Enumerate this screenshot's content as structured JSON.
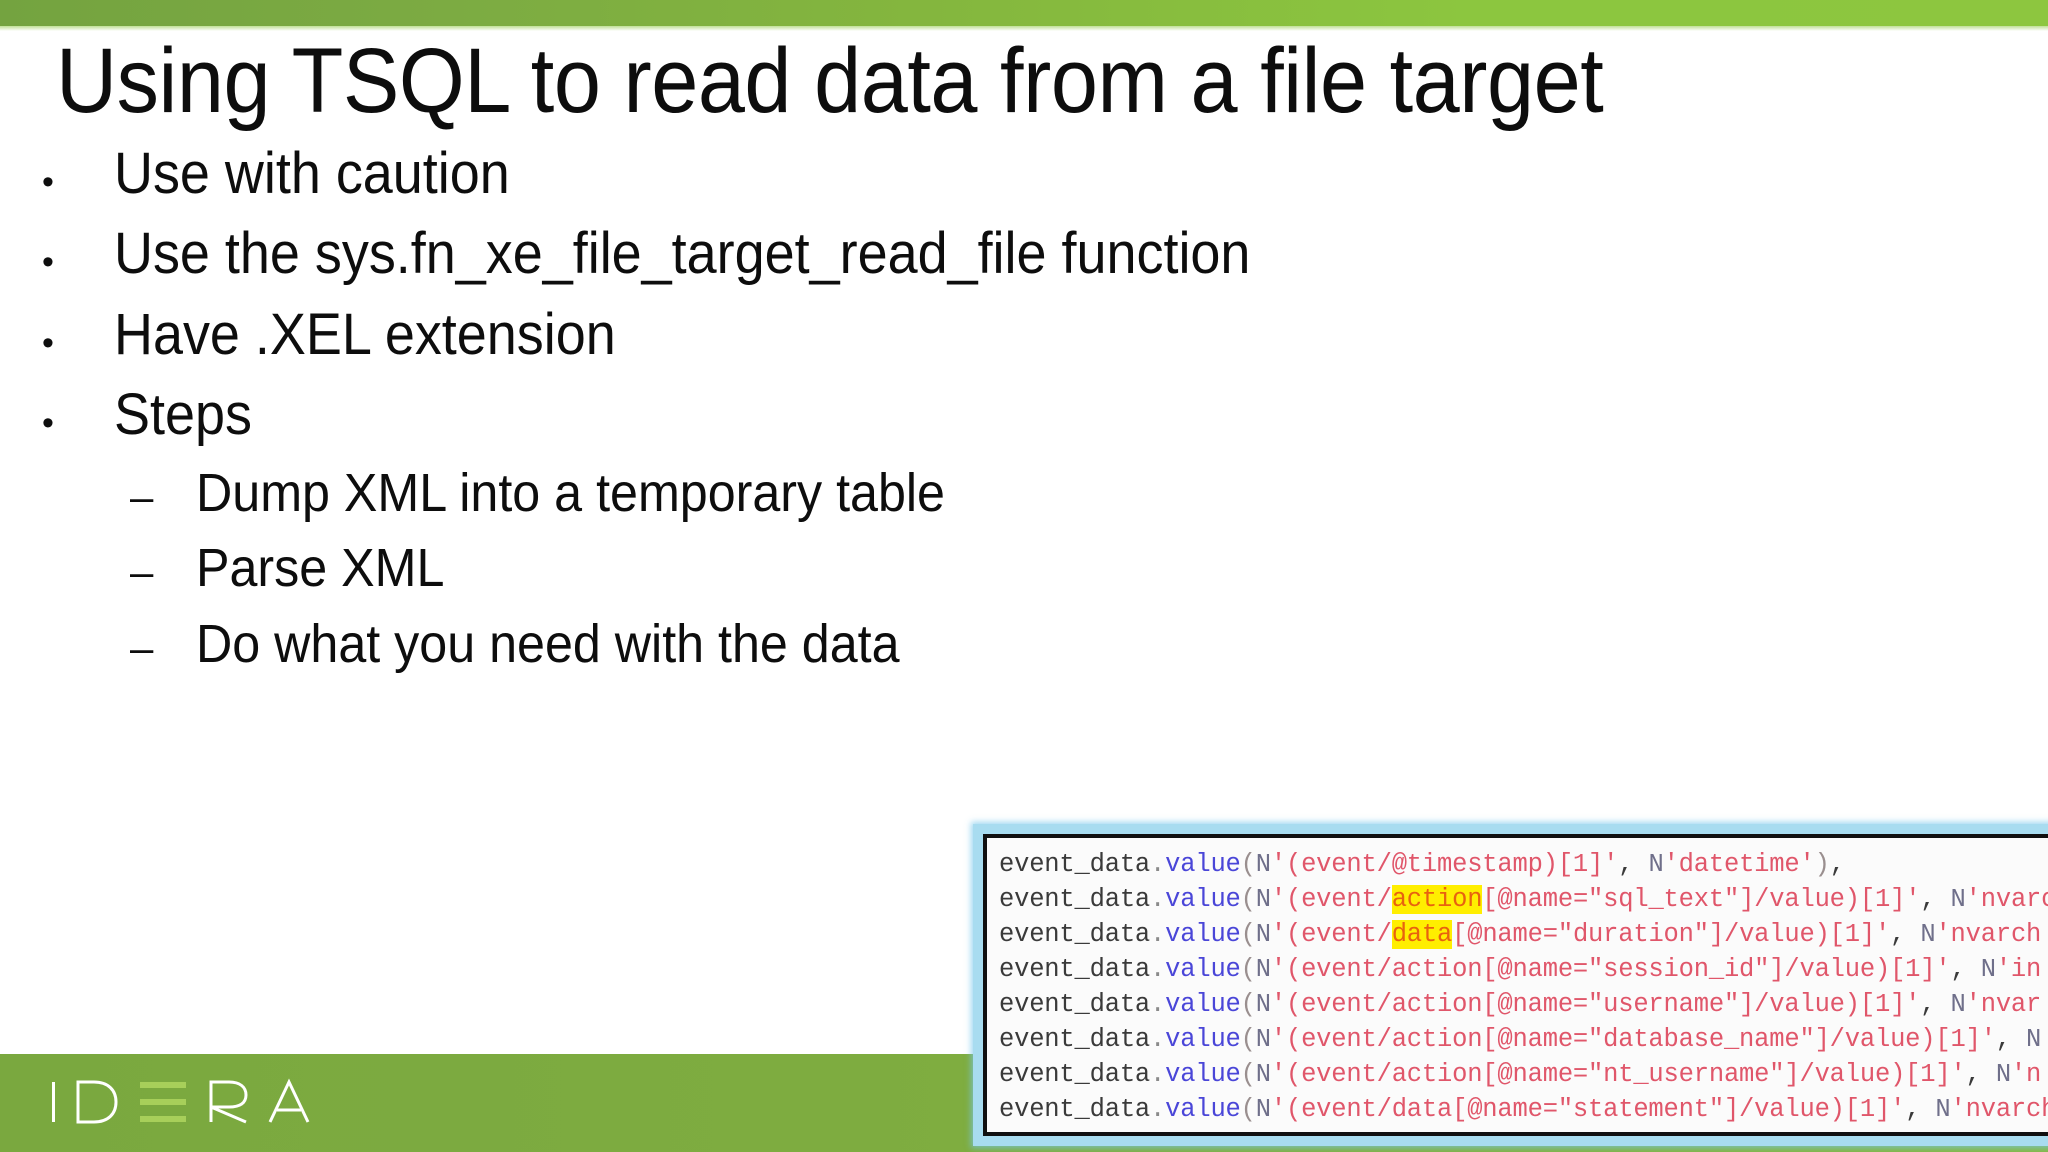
{
  "slide": {
    "title": "Using TSQL to read data from a file target",
    "bullets": [
      {
        "level": 1,
        "marker": "•",
        "text": "Use with caution"
      },
      {
        "level": 1,
        "marker": "•",
        "text": "Use the sys.fn_xe_file_target_read_file function"
      },
      {
        "level": 1,
        "marker": "•",
        "text": "Have .XEL extension"
      },
      {
        "level": 1,
        "marker": "•",
        "text": "Steps"
      },
      {
        "level": 2,
        "marker": "–",
        "text": "Dump XML into a temporary table"
      },
      {
        "level": 2,
        "marker": "–",
        "text": "Parse XML"
      },
      {
        "level": 2,
        "marker": "–",
        "text": "Do what you need with the data"
      }
    ]
  },
  "branding": {
    "logo_text": "IDERA",
    "logo_letters": [
      "I",
      "D",
      "E",
      "R",
      "A"
    ],
    "top_bar_color_left": "#74a340",
    "top_bar_color_right": "#8dc63f",
    "bottom_bar_color_left": "#7aa83f",
    "bottom_bar_color_right": "#86b840"
  },
  "code_screenshot": {
    "border_color": "#a8dcf0",
    "background_color": "#fbfbfb",
    "highlight_color": "#ffee00",
    "highlight_text_color": "#e8620f",
    "lines": [
      {
        "id": "line-timestamp",
        "segments": [
          {
            "t": "event_data",
            "c": "ident"
          },
          {
            "t": ".",
            "c": "dot"
          },
          {
            "t": "value",
            "c": "fn"
          },
          {
            "t": "(",
            "c": "paren"
          },
          {
            "t": "N",
            "c": "n"
          },
          {
            "t": "'(event/@timestamp)[1]'",
            "c": "str"
          },
          {
            "t": ", ",
            "c": "ident"
          },
          {
            "t": "N",
            "c": "n"
          },
          {
            "t": "'datetime'",
            "c": "str"
          },
          {
            "t": ")",
            "c": "paren"
          },
          {
            "t": ",",
            "c": "ident"
          }
        ]
      },
      {
        "id": "line-sql-text",
        "segments": [
          {
            "t": "event_data",
            "c": "ident"
          },
          {
            "t": ".",
            "c": "dot"
          },
          {
            "t": "value",
            "c": "fn"
          },
          {
            "t": "(",
            "c": "paren"
          },
          {
            "t": "N",
            "c": "n"
          },
          {
            "t": "'(event/",
            "c": "str"
          },
          {
            "t": "action",
            "c": "hl"
          },
          {
            "t": "[@name=\"sql_text\"]/value)[1]'",
            "c": "str"
          },
          {
            "t": ", ",
            "c": "ident"
          },
          {
            "t": "N",
            "c": "n"
          },
          {
            "t": "'nvarc",
            "c": "str"
          }
        ]
      },
      {
        "id": "line-duration",
        "segments": [
          {
            "t": "event_data",
            "c": "ident"
          },
          {
            "t": ".",
            "c": "dot"
          },
          {
            "t": "value",
            "c": "fn"
          },
          {
            "t": "(",
            "c": "paren"
          },
          {
            "t": "N",
            "c": "n"
          },
          {
            "t": "'(event/",
            "c": "str"
          },
          {
            "t": "data",
            "c": "hl"
          },
          {
            "t": "[@name=\"duration\"]/value)[1]'",
            "c": "str"
          },
          {
            "t": ", ",
            "c": "ident"
          },
          {
            "t": "N",
            "c": "n"
          },
          {
            "t": "'nvarch",
            "c": "str"
          }
        ]
      },
      {
        "id": "line-session-id",
        "segments": [
          {
            "t": "event_data",
            "c": "ident"
          },
          {
            "t": ".",
            "c": "dot"
          },
          {
            "t": "value",
            "c": "fn"
          },
          {
            "t": "(",
            "c": "paren"
          },
          {
            "t": "N",
            "c": "n"
          },
          {
            "t": "'(event/action[@name=\"session_id\"]/value)[1]'",
            "c": "str"
          },
          {
            "t": ", ",
            "c": "ident"
          },
          {
            "t": "N",
            "c": "n"
          },
          {
            "t": "'in",
            "c": "str"
          }
        ]
      },
      {
        "id": "line-username",
        "segments": [
          {
            "t": "event_data",
            "c": "ident"
          },
          {
            "t": ".",
            "c": "dot"
          },
          {
            "t": "value",
            "c": "fn"
          },
          {
            "t": "(",
            "c": "paren"
          },
          {
            "t": "N",
            "c": "n"
          },
          {
            "t": "'(event/action[@name=\"username\"]/value)[1]'",
            "c": "str"
          },
          {
            "t": ", ",
            "c": "ident"
          },
          {
            "t": "N",
            "c": "n"
          },
          {
            "t": "'nvar",
            "c": "str"
          }
        ]
      },
      {
        "id": "line-database-name",
        "segments": [
          {
            "t": "event_data",
            "c": "ident"
          },
          {
            "t": ".",
            "c": "dot"
          },
          {
            "t": "value",
            "c": "fn"
          },
          {
            "t": "(",
            "c": "paren"
          },
          {
            "t": "N",
            "c": "n"
          },
          {
            "t": "'(event/action[@name=\"database_name\"]/value)[1]'",
            "c": "str"
          },
          {
            "t": ", ",
            "c": "ident"
          },
          {
            "t": "N",
            "c": "n"
          }
        ]
      },
      {
        "id": "line-nt-username",
        "segments": [
          {
            "t": "event_data",
            "c": "ident"
          },
          {
            "t": ".",
            "c": "dot"
          },
          {
            "t": "value",
            "c": "fn"
          },
          {
            "t": "(",
            "c": "paren"
          },
          {
            "t": "N",
            "c": "n"
          },
          {
            "t": "'(event/action[@name=\"nt_username\"]/value)[1]'",
            "c": "str"
          },
          {
            "t": ", ",
            "c": "ident"
          },
          {
            "t": "N",
            "c": "n"
          },
          {
            "t": "'n",
            "c": "str"
          }
        ]
      },
      {
        "id": "line-statement",
        "segments": [
          {
            "t": "event_data",
            "c": "ident"
          },
          {
            "t": ".",
            "c": "dot"
          },
          {
            "t": "value",
            "c": "fn"
          },
          {
            "t": "(",
            "c": "paren"
          },
          {
            "t": "N",
            "c": "n"
          },
          {
            "t": "'(event/data[@name=\"statement\"]/value)[1]'",
            "c": "str"
          },
          {
            "t": ", ",
            "c": "ident"
          },
          {
            "t": "N",
            "c": "n"
          },
          {
            "t": "'nvarch",
            "c": "str"
          }
        ]
      }
    ]
  }
}
